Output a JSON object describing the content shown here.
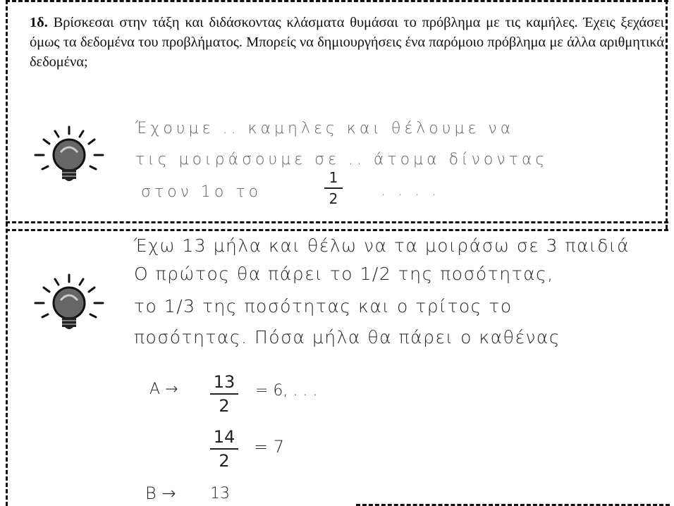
{
  "problem": {
    "number": "1δ.",
    "text": "Βρίσκεσαι στην τάξη και διδάσκοντας κλάσματα θυμάσαι το πρόβλημα με τις καμήλες. Έχεις ξεχάσει όμως τα δεδομένα του προβλήματος. Μπορείς να δημιουργήσεις ένα παρόμοιο πρόβλημα με άλλα αριθμητικά δεδομένα;"
  },
  "box1": {
    "icon": "lightbulb-icon",
    "lines": [
      "Έχουμε .. καμηλες και θέλουμε να",
      "τις μοιράσουμε σε .. άτομα δίνοντας",
      "στον 1ο το"
    ],
    "fraction": {
      "numerator": "1",
      "denominator": "2"
    },
    "trailing": ". . . ."
  },
  "box2": {
    "icon": "lightbulb-icon",
    "lines": [
      "Έχω 13 μήλα και θέλω να τα μοιράσω σε 3 παιδιά",
      "Ο πρώτος θα πάρει το 1/2 της ποσότητας,",
      "το 1/3 της ποσότητας και ο τρίτος το",
      "ποσότητας. Πόσα μήλα θα πάρει ο καθένας"
    ],
    "work": {
      "a_label": "A →",
      "f1": {
        "numerator": "13",
        "denominator": "2"
      },
      "r1": "= 6, . . .",
      "f2": {
        "numerator": "14",
        "denominator": "2"
      },
      "r2": "= 7",
      "b_label": "B →",
      "b_value": "13"
    }
  }
}
